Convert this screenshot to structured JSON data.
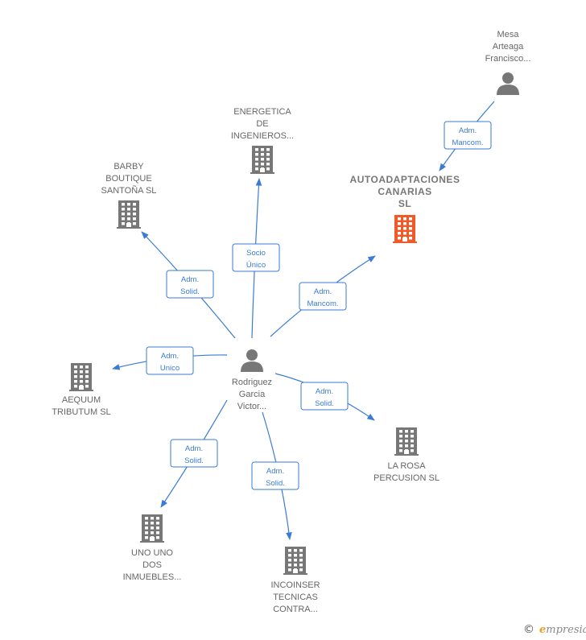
{
  "colors": {
    "edge": "#3a7bd5",
    "company": "#777777",
    "focus_company": "#f05a28",
    "person": "#777777"
  },
  "nodes": [
    {
      "id": "mesa",
      "type": "person",
      "icon": "person-icon",
      "label": [
        "Mesa",
        "Arteaga",
        "Francisco..."
      ]
    },
    {
      "id": "autoadapt",
      "type": "focus-company",
      "icon": "building-icon",
      "label": [
        "AUTOADAPTACIONES",
        "CANARIAS",
        "SL"
      ]
    },
    {
      "id": "energetica",
      "type": "company",
      "icon": "building-icon",
      "label": [
        "ENERGETICA",
        "DE",
        "INGENIEROS..."
      ]
    },
    {
      "id": "barby",
      "type": "company",
      "icon": "building-icon",
      "label": [
        "BARBY",
        "BOUTIQUE",
        "SANTOÑA SL"
      ]
    },
    {
      "id": "rodriguez",
      "type": "person",
      "icon": "person-icon",
      "label": [
        "Rodriguez",
        "Garcia",
        "Victor..."
      ]
    },
    {
      "id": "aequum",
      "type": "company",
      "icon": "building-icon",
      "label": [
        "AEQUUM",
        "TRIBUTUM  SL"
      ]
    },
    {
      "id": "larosa",
      "type": "company",
      "icon": "building-icon",
      "label": [
        "LA ROSA",
        "PERCUSION SL"
      ]
    },
    {
      "id": "unouno",
      "type": "company",
      "icon": "building-icon",
      "label": [
        "UNO UNO",
        "DOS",
        "INMUEBLES..."
      ]
    },
    {
      "id": "incoinser",
      "type": "company",
      "icon": "building-icon",
      "label": [
        "INCOINSER",
        "TECNICAS",
        "CONTRA..."
      ]
    }
  ],
  "edges": [
    {
      "from": "mesa",
      "to": "autoadapt",
      "label": [
        "Adm.",
        "Mancom."
      ]
    },
    {
      "from": "rodriguez",
      "to": "autoadapt",
      "label": [
        "Adm.",
        "Mancom."
      ]
    },
    {
      "from": "rodriguez",
      "to": "energetica",
      "label": [
        "Socio",
        "Único"
      ]
    },
    {
      "from": "rodriguez",
      "to": "barby",
      "label": [
        "Adm.",
        "Solid."
      ]
    },
    {
      "from": "rodriguez",
      "to": "aequum",
      "label": [
        "Adm.",
        "Unico"
      ]
    },
    {
      "from": "rodriguez",
      "to": "larosa",
      "label": [
        "Adm.",
        "Solid."
      ]
    },
    {
      "from": "rodriguez",
      "to": "unouno",
      "label": [
        "Adm.",
        "Solid."
      ]
    },
    {
      "from": "rodriguez",
      "to": "incoinser",
      "label": [
        "Adm.",
        "Solid."
      ]
    }
  ],
  "footer": {
    "copyright_symbol": "©",
    "brand_initial": "e",
    "brand_rest": "mpresia"
  }
}
